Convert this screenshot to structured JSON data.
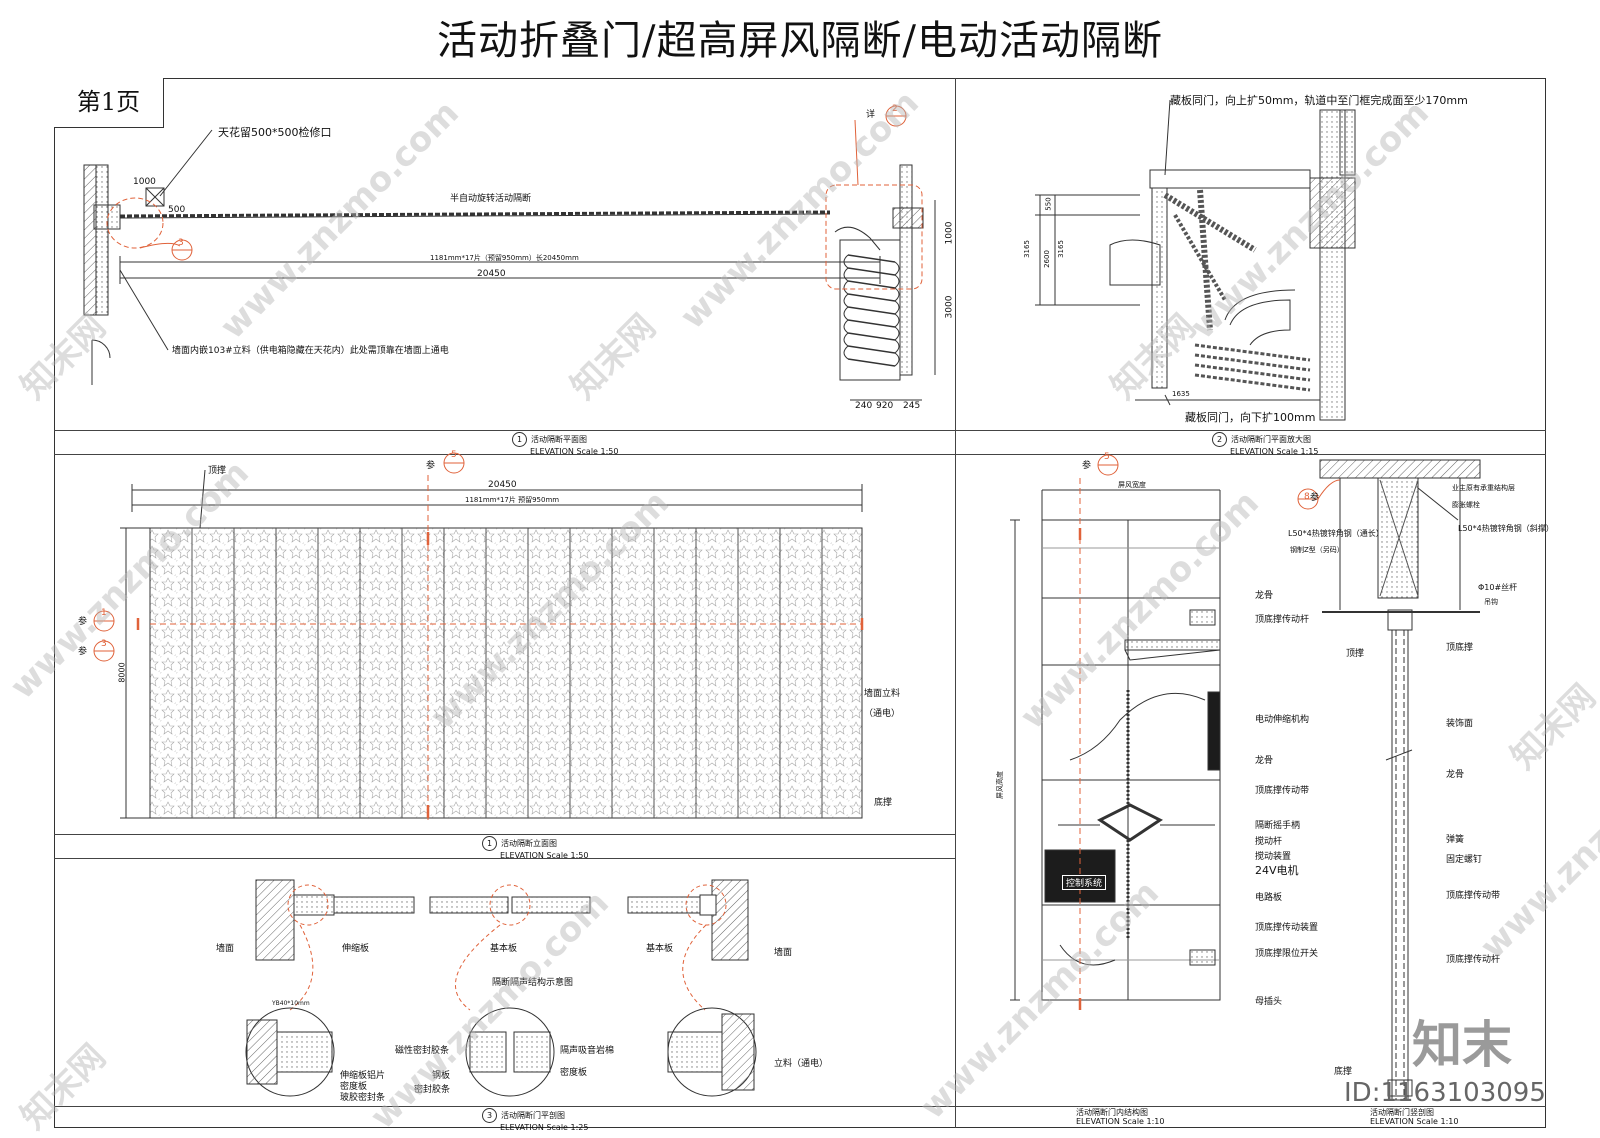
{
  "title": "活动折叠门/超高屏风隔断/电动活动隔断",
  "page_label": "第1页",
  "watermark": {
    "site": "www.znzmo.com",
    "brand_cn": "知末网",
    "logo": "知末",
    "id": "ID:1163103095"
  },
  "colors": {
    "line": "#333333",
    "accent": "#e0623a",
    "pattern": "#9c9c9c"
  },
  "panel1": {
    "ceiling_note": "天花留500*500检修口",
    "dim_1000": "1000",
    "dim_500": "500",
    "track_label": "半自动旋转活动隔断",
    "dim_panels": "1181mm*17片（预留950mm）长20450mm",
    "dim_total": "20450",
    "wall_note": "墙面内嵌103#立料（供电箱隐藏在天花内）此处需顶靠在墙面上通电",
    "detail_ref": "详",
    "ref_2": "2",
    "ref_3": "3",
    "dim_r1000": "1000",
    "dim_r3000": "3000",
    "dim_b1": "240",
    "dim_b2": "920",
    "dim_b3": "245",
    "caption_no": "1",
    "caption": "活动隔断平面图",
    "caption_sub": "ELEVATION     Scale 1:50"
  },
  "panel2": {
    "top_note": "藏板同门，向上扩50mm，轨道中至门框完成面至少170mm",
    "bottom_note": "藏板同门，向下扩100mm",
    "dim_550": "550",
    "dim_2600": "2600",
    "dim_3165a": "3165",
    "dim_3165b": "3165",
    "dim_1635": "1635",
    "caption_no": "2",
    "caption": "活动隔断门平面放大图",
    "caption_sub": "ELEVATION     Scale 1:15"
  },
  "panel3": {
    "top_label": "顶撑",
    "ref_label": "参",
    "ref_5": "5",
    "ref_1": "1",
    "ref_3": "3",
    "dim_total": "20450",
    "dim_panels": "1181mm*17片 预留950mm",
    "dim_height": "8000",
    "wall_label": "墙面立料",
    "wall_sub": "（通电）",
    "bottom_label": "底撑",
    "caption_no": "1",
    "caption": "活动隔断立面图",
    "caption_sub": "ELEVATION     Scale 1:50"
  },
  "panel4": {
    "wall_left": "墙面",
    "telescopic": "伸缩板",
    "base_left": "基本板",
    "base_right": "基本板",
    "wall_right": "墙面",
    "center_title": "隔断隔声结构示意图",
    "left_notes": [
      "伸缩板铝片",
      "密度板",
      "玻胶密封条"
    ],
    "mid_left_notes": [
      "磁性密封胶条",
      "钢板",
      "密封胶条"
    ],
    "mid_right_notes": [
      "隔声吸音岩棉",
      "密度板"
    ],
    "right_note": "立料（通电）",
    "top_dim": "YB40*10mm",
    "caption_no": "3",
    "caption": "活动隔断门平剖图",
    "caption_sub": "ELEVATION     Scale 1:25"
  },
  "panel5": {
    "ref_label": "参",
    "ref_5": "5",
    "top_note": "屏风宽度",
    "side_note": "屏风高度",
    "labels": [
      "龙骨",
      "顶底撑传动杆",
      "电动伸缩机构",
      "龙骨",
      "顶底撑传动带",
      "隔断摇手柄",
      "搅动杆",
      "搅动装置",
      "24V电机",
      "电路板",
      "顶底撑传动装置",
      "顶底撑限位开关",
      "母插头"
    ],
    "control": "控制系统",
    "caption": "活动隔断门内结构图",
    "caption_sub": "ELEVATION     Scale 1:10"
  },
  "panel6": {
    "ref_label": "参",
    "ref_8": "8",
    "notes_top": [
      "业主原有承重结构层",
      "膨胀螺栓"
    ],
    "l50_left": "L50*4热镀锌角钢（通长）",
    "l50_left_sub": "钢制Z型（另码）",
    "l50_right": "L50*4热镀锌角钢（斜撑）",
    "rod": "Φ10#丝杆",
    "rod_sub": "吊钩",
    "labels_right": [
      "顶底撑",
      "装饰面",
      "龙骨",
      "弹簧",
      "固定螺钉",
      "顶底撑传动带",
      "顶底撑传动杆"
    ],
    "label_left": "顶撑",
    "label_bottom": "底撑",
    "caption": "活动隔断门竖剖图",
    "caption_sub": "ELEVATION     Scale 1:10"
  }
}
